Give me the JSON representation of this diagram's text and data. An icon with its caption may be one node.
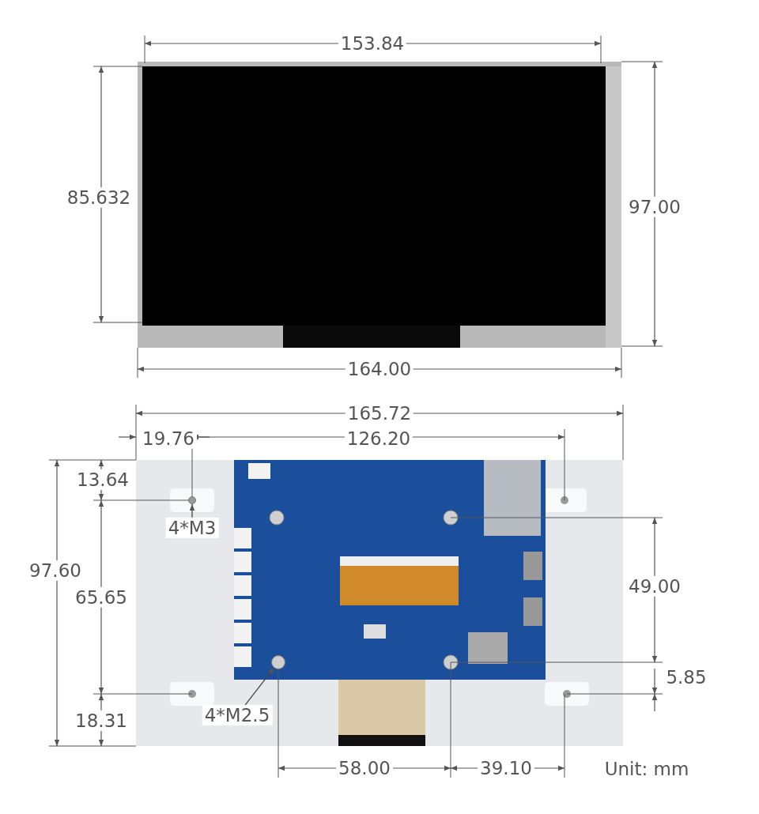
{
  "diagram": {
    "nodes": [
      {
        "text": [
          "4*M3"
        ]
      },
      {
        "text": [],
        "shape": "circle"
      },
      {
        "text": [
          "4*M2.5"
        ]
      },
      {
        "text": [],
        "shape": "circle"
      }
    ],
    "edges": [
      {
        "from": 0,
        "to": 1,
        "arrow": "to"
      },
      {
        "from": 2,
        "to": 3,
        "arrow": "to"
      }
    ],
    "labels": [
      "153.84",
      "85.632",
      "97.00",
      "164.00",
      "165.72",
      "19.76",
      "126.20",
      "13.64",
      "97.60",
      "65.65",
      "49.00",
      "18.31",
      "5.85",
      "58.00",
      "39.10",
      "Unit: mm"
    ]
  }
}
